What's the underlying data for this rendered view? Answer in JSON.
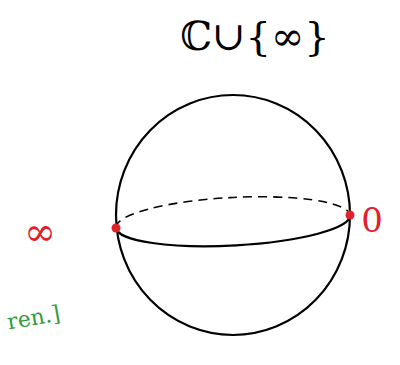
{
  "diagram": {
    "title": "ℂ∪{∞}",
    "labels": [
      "∞",
      "0",
      "ren.]"
    ]
  }
}
